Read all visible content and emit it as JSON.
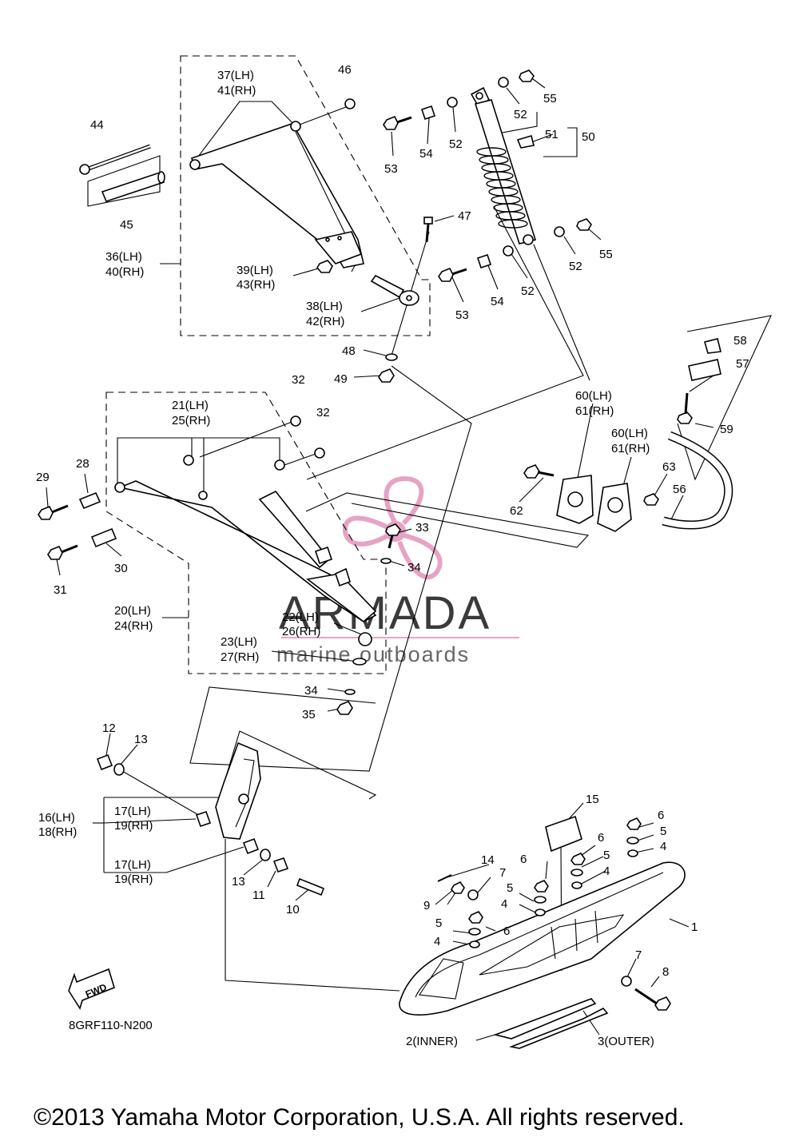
{
  "diagram_code": "8GRF110-N200",
  "copyright": "©2013 Yamaha Motor Corporation, U.S.A. All rights reserved.",
  "watermark": {
    "brand": "ARMADA",
    "tagline": "marine outboards"
  },
  "fwd_arrow_text": "FWD",
  "colors": {
    "line": "#000000",
    "watermark_logo": "#e7a3c4",
    "watermark_text": "#3a3a3a"
  },
  "callouts": {
    "c1": "1",
    "c2": "2(INNER)",
    "c3": "3(OUTER)",
    "c4a": "4",
    "c4b": "4",
    "c4c": "4",
    "c4d": "4",
    "c5a": "5",
    "c5b": "5",
    "c5c": "5",
    "c5d": "5",
    "c6a": "6",
    "c6b": "6",
    "c6c": "6",
    "c6d": "6",
    "c7a": "7",
    "c7b": "7",
    "c8": "8",
    "c9": "9",
    "c10": "10",
    "c11": "11",
    "c12": "12",
    "c13a": "13",
    "c13b": "13",
    "c14": "14",
    "c15": "15",
    "c16": [
      "16(LH)",
      "18(RH)"
    ],
    "c17a": [
      "17(LH)",
      "19(RH)"
    ],
    "c17b": [
      "17(LH)",
      "19(RH)"
    ],
    "c20": [
      "20(LH)",
      "24(RH)"
    ],
    "c21": [
      "21(LH)",
      "25(RH)"
    ],
    "c22": [
      "22(LH)",
      "26(RH)"
    ],
    "c23": [
      "23(LH)",
      "27(RH)"
    ],
    "c28": "28",
    "c29": "29",
    "c30": "30",
    "c31": "31",
    "c32a": "32",
    "c32b": "32",
    "c33": "33",
    "c34a": "34",
    "c34b": "34",
    "c35": "35",
    "c36": [
      "36(LH)",
      "40(RH)"
    ],
    "c37": [
      "37(LH)",
      "41(RH)"
    ],
    "c38": [
      "38(LH)",
      "42(RH)"
    ],
    "c39": [
      "39(LH)",
      "43(RH)"
    ],
    "c44": "44",
    "c45": "45",
    "c46": "46",
    "c47": "47",
    "c48": "48",
    "c49": "49",
    "c50": "50",
    "c51": "51",
    "c52a": "52",
    "c52b": "52",
    "c52c": "52",
    "c52d": "52",
    "c53a": "53",
    "c53b": "53",
    "c54a": "54",
    "c54b": "54",
    "c55a": "55",
    "c55b": "55",
    "c56": "56",
    "c57": "57",
    "c58": "58",
    "c59": "59",
    "c60a": [
      "60(LH)",
      "61(RH)"
    ],
    "c60b": [
      "60(LH)",
      "61(RH)"
    ],
    "c62": "62",
    "c63": "63"
  }
}
